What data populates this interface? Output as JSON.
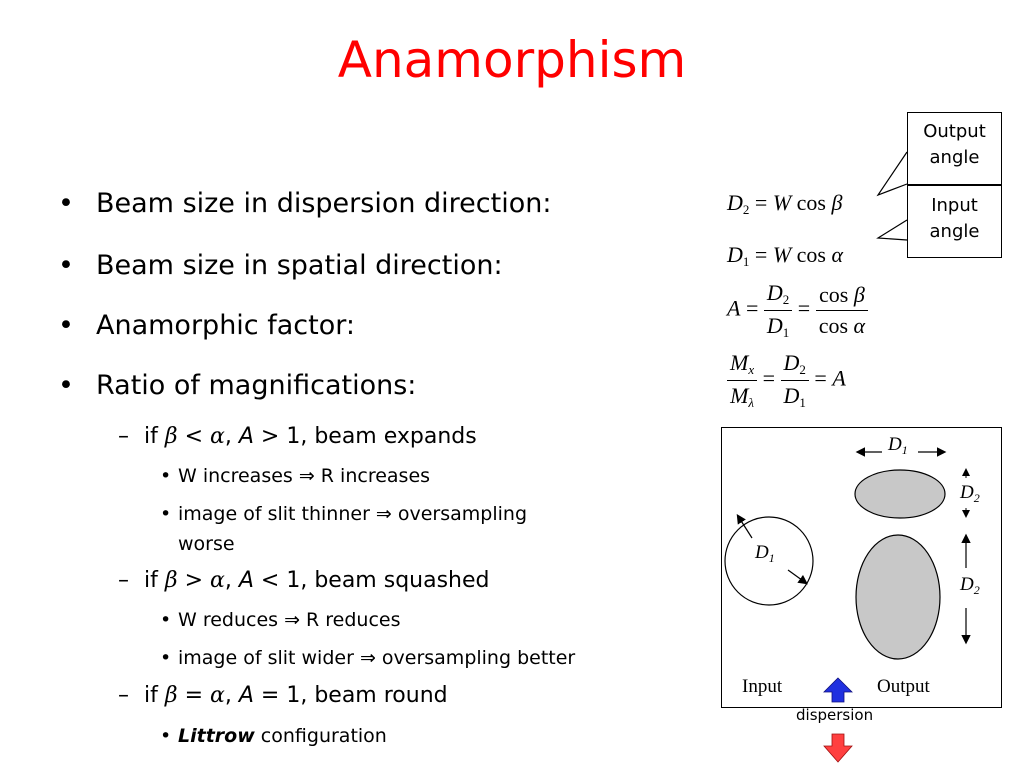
{
  "title": "Anamorphism",
  "bullets": [
    {
      "text": "Beam size in dispersion direction:"
    },
    {
      "text": "Beam size in spatial direction:"
    },
    {
      "text": "Anamorphic factor:"
    },
    {
      "text": "Ratio of magnifications:"
    }
  ],
  "cases": [
    {
      "prefix": "if ",
      "sym1": "β",
      "op": " < ",
      "sym2": "α",
      "rest_a": ", ",
      "var": "A",
      "rest_b": " > 1, beam expands",
      "subs": [
        {
          "text": "W increases ⇒ R increases"
        },
        {
          "text": "image of slit thinner ⇒ oversampling"
        },
        {
          "text": "worse"
        }
      ]
    },
    {
      "prefix": "if ",
      "sym1": "β",
      "op": " > ",
      "sym2": "α",
      "rest_a": ", ",
      "var": "A",
      "rest_b": " < 1, beam squashed",
      "subs": [
        {
          "text": "W reduces ⇒ R reduces"
        },
        {
          "text": "image of slit wider ⇒ oversampling better"
        }
      ]
    },
    {
      "prefix": "if ",
      "sym1": "β",
      "op": " = ",
      "sym2": "α",
      "rest_a": ", ",
      "var": "A",
      "rest_b": " = 1, beam round",
      "subs": [
        {
          "bold": "Littrow",
          "text": " configuration"
        }
      ]
    }
  ],
  "equations": {
    "eq1": {
      "D": "D",
      "sub": "2",
      "eq": " = ",
      "W": "W",
      "cos": " cos ",
      "angle": "β"
    },
    "eq2": {
      "D": "D",
      "sub": "1",
      "eq": " = ",
      "W": "W",
      "cos": " cos ",
      "angle": "α"
    },
    "eq3": {
      "A": "A",
      "eq": " = ",
      "num_D": "D",
      "num_sub": "2",
      "den_D": "D",
      "den_sub": "1",
      "eq2": " = ",
      "num_cos": "cos ",
      "num_angle": "β",
      "den_cos": "cos ",
      "den_angle": "α"
    },
    "eq4": {
      "num_M": "M",
      "num_sub": "x",
      "den_M": "M",
      "den_sub": "λ",
      "eq": " = ",
      "num_D": "D",
      "num_dsub": "2",
      "den_D": "D",
      "den_dsub": "1",
      "eq2": " = ",
      "A": "A"
    }
  },
  "callouts": {
    "top": [
      "Output",
      "angle"
    ],
    "bottom": [
      "Input",
      "angle"
    ]
  },
  "diagram": {
    "d1_top": {
      "main": "D",
      "sub": "1"
    },
    "d2_top": {
      "main": "D",
      "sub": "2"
    },
    "d1_circle": {
      "main": "D",
      "sub": "1"
    },
    "d2_bottom": {
      "main": "D",
      "sub": "2"
    },
    "input_label": "Input",
    "output_label": "Output",
    "dispersion_label": "dispersion"
  },
  "colors": {
    "title": "#ff0000",
    "ellipse_fill": "#c8c8c8",
    "arrow_up": "#2030e0",
    "arrow_down": "#ff4040"
  }
}
